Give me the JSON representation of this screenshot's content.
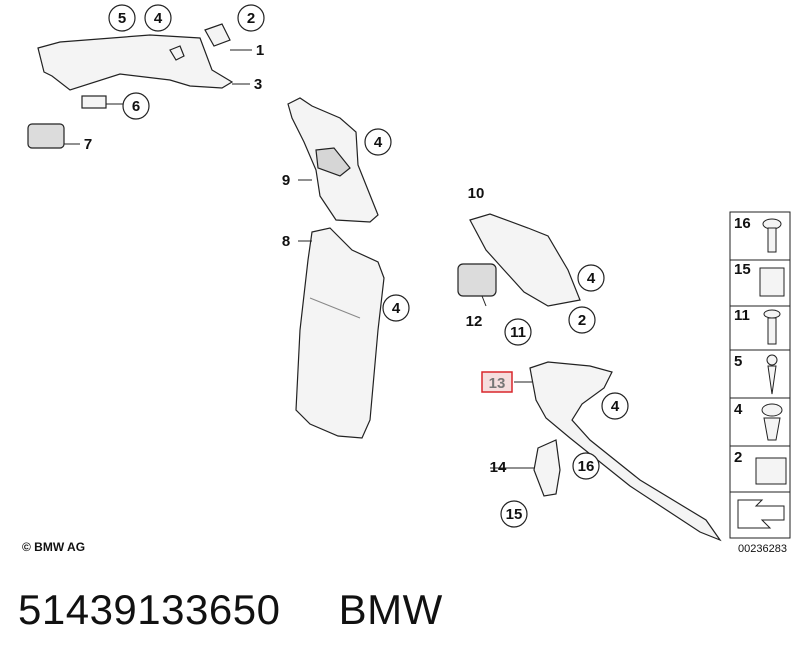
{
  "callouts": {
    "c1": "1",
    "c2a": "2",
    "c3": "3",
    "c4a": "4",
    "c5a": "5",
    "c6": "6",
    "c7": "7",
    "c8": "8",
    "c9": "9",
    "c4b": "4",
    "c4c": "4",
    "c10": "10",
    "c4d": "4",
    "c12": "12",
    "c11": "11",
    "c2b": "2",
    "c13": "13",
    "c4e": "4",
    "c14": "14",
    "c16": "16",
    "c15": "15"
  },
  "parts_column": [
    "16",
    "15",
    "11",
    "5",
    "4",
    "2"
  ],
  "copyright": "© BMW AG",
  "diagram_id": "00236283",
  "footer": {
    "part_number": "51439133650",
    "brand": "BMW"
  },
  "colors": {
    "highlight": "#d9262c",
    "highlight_fill": "#f5dede",
    "part_fill": "#f4f4f4",
    "stroke": "#222222"
  }
}
